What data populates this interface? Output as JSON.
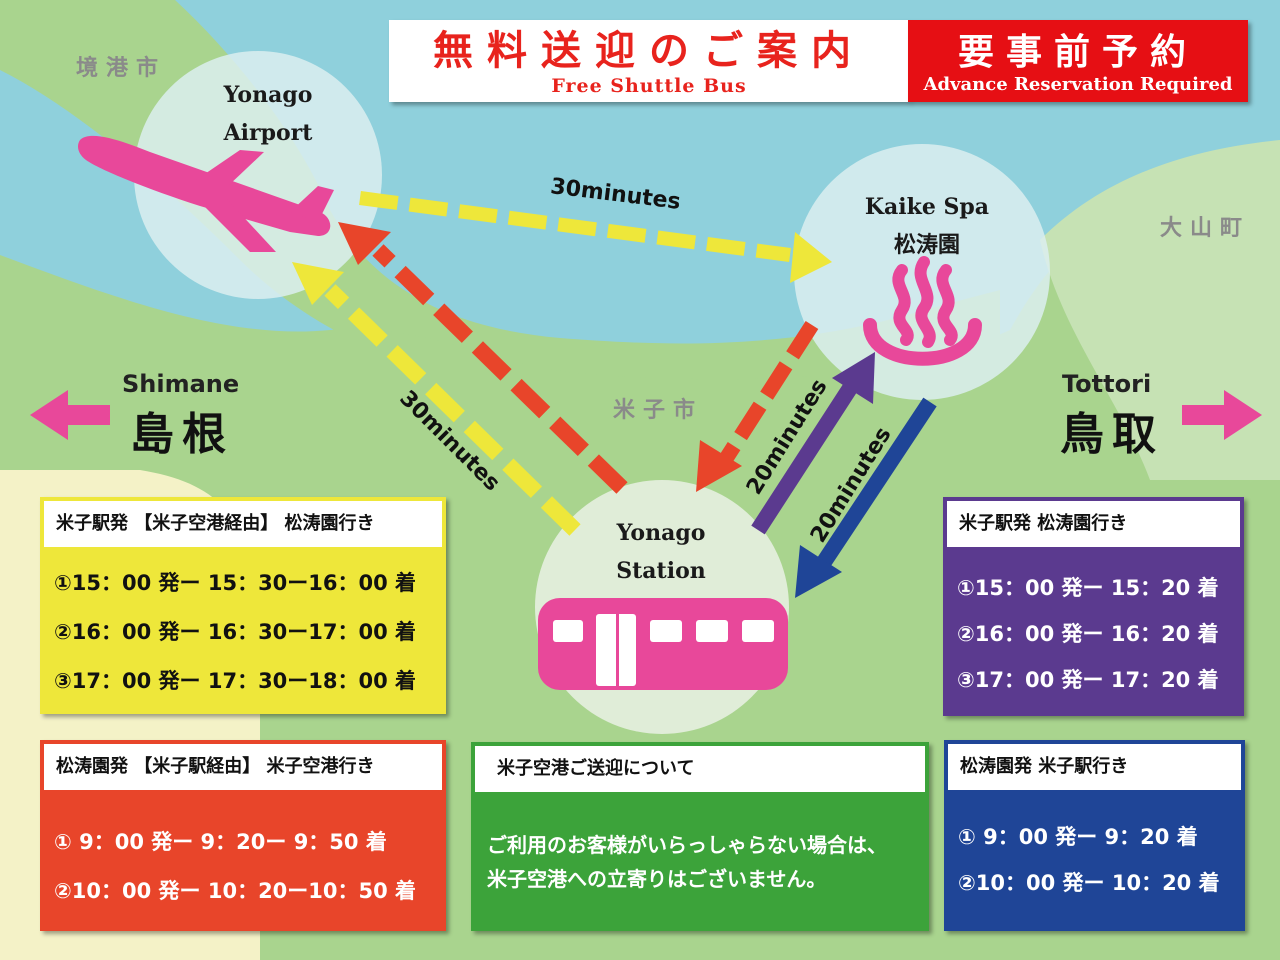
{
  "header": {
    "title_jp": "無料送迎のご案内",
    "title_en": "Free Shuttle Bus",
    "reserve_jp": "要事前予約",
    "reserve_en": "Advance Reservation Required"
  },
  "places": {
    "airport_line1": "Yonago",
    "airport_line2": "Airport",
    "spa_line1": "Kaike Spa",
    "spa_line2": "松涛園",
    "station_line1": "Yonago",
    "station_line2": "Station"
  },
  "towns": {
    "sakaiminato": "境港市",
    "yonago_city": "米子市",
    "daisen": "大山町"
  },
  "prefectures": {
    "shimane_en": "Shimane",
    "shimane_jp": "島根",
    "tottori_en": "Tottori",
    "tottori_jp": "鳥取"
  },
  "routes": {
    "airport_spa": "30minutes",
    "station_airport": "30minutes",
    "spa_station": "20minutes",
    "station_spa": "20minutes"
  },
  "schedules": {
    "station_via_airport": {
      "title": "米子駅発 【米子空港経由】 松涛園行き",
      "rows": [
        "①15：00 発ー 15：30ー16：00 着",
        "②16：00 発ー 16：30ー17：00 着",
        "③17：00 発ー 17：30ー18：00 着"
      ]
    },
    "station_to_spa": {
      "title": "米子駅発 松涛園行き",
      "rows": [
        "①15：00 発ー 15：20 着",
        "②16：00 発ー 16：20 着",
        "③17：00 発ー 17：20 着"
      ]
    },
    "spa_via_station": {
      "title": "松涛園発 【米子駅経由】 米子空港行き",
      "rows": [
        "① 9：00 発ー 9：20ー 9：50 着",
        "②10：00 発ー 10：20ー10：50 着"
      ]
    },
    "spa_to_station": {
      "title": "松涛園発 米子駅行き",
      "rows": [
        "① 9：00 発ー 9：20 着",
        "②10：00 発ー 10：20 着"
      ]
    }
  },
  "notice": {
    "title": "米子空港ご送迎について",
    "line1": "ご利用のお客様がいらっしゃらない場合は、",
    "line2": "米子空港への立寄りはございません。"
  },
  "colors": {
    "sea": "#8fd0dc",
    "land": "#a9d48e",
    "yellow": "#eee73a",
    "red": "#e8452a",
    "purple": "#5b3a8f",
    "blue": "#1f4597",
    "green": "#3ca33a",
    "pink": "#e8489a"
  }
}
